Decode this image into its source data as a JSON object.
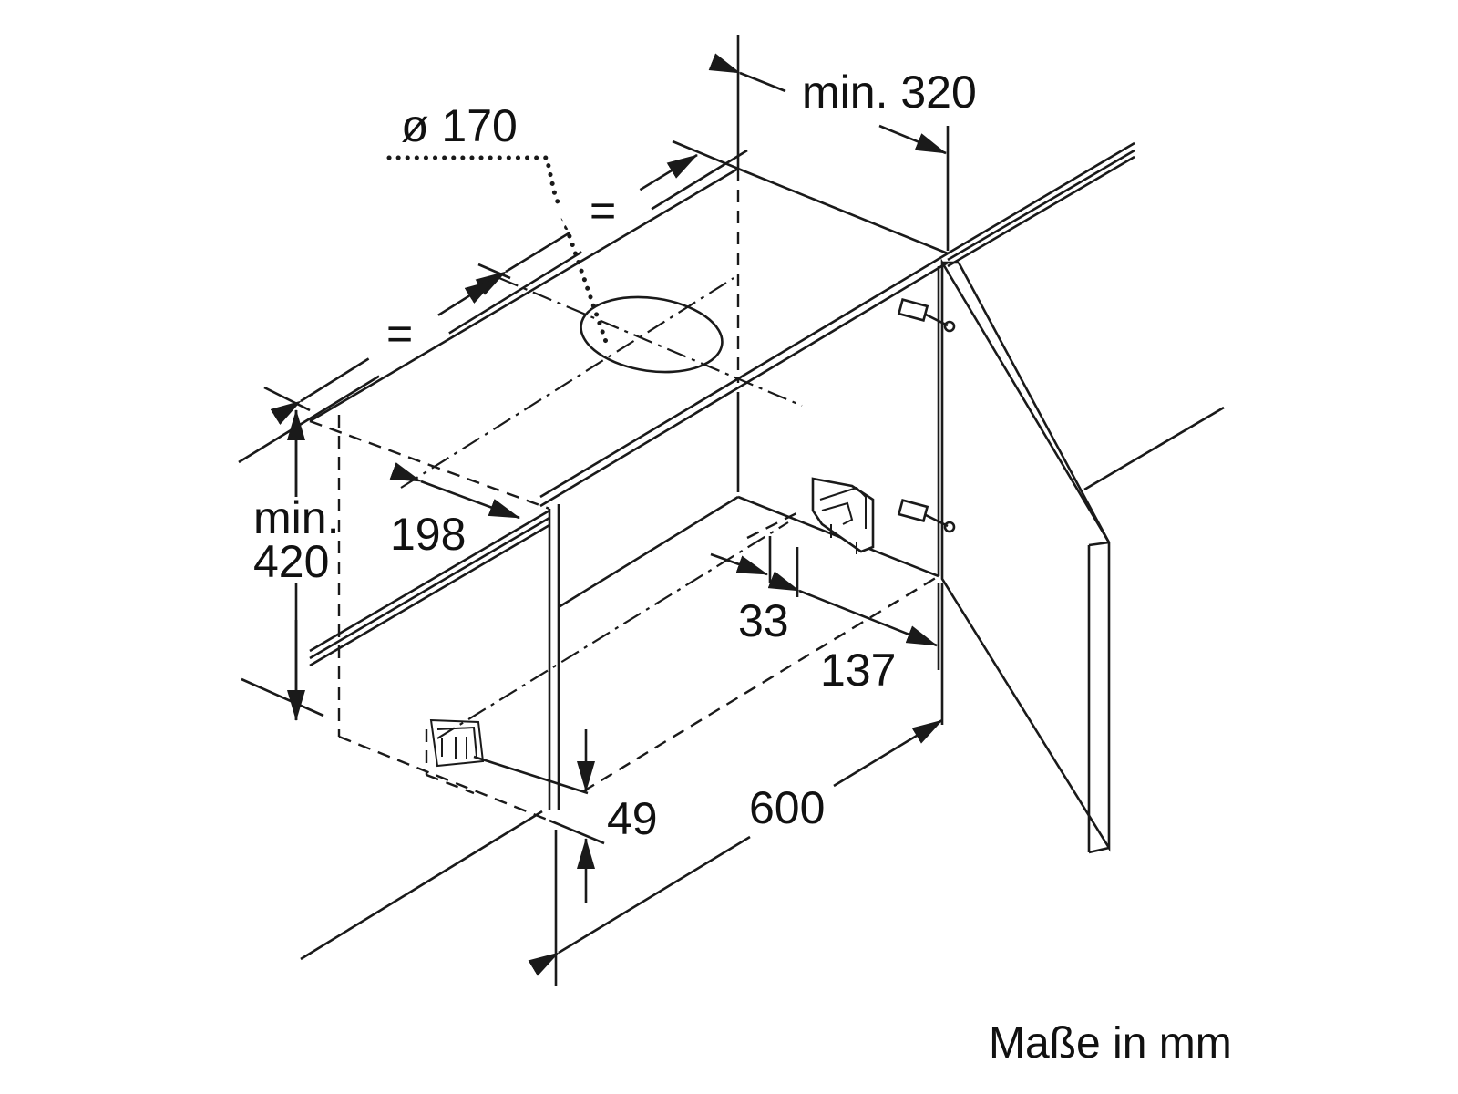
{
  "labels": {
    "diameter": "ø 170",
    "min_320": "min. 320",
    "equal_1": "=",
    "equal_2": "=",
    "min_label": "min.",
    "height_420": "420",
    "depth_198": "198",
    "offset_33": "33",
    "offset_137": "137",
    "height_49": "49",
    "width_600": "600"
  },
  "footer": {
    "units_note": "Maße in mm"
  }
}
